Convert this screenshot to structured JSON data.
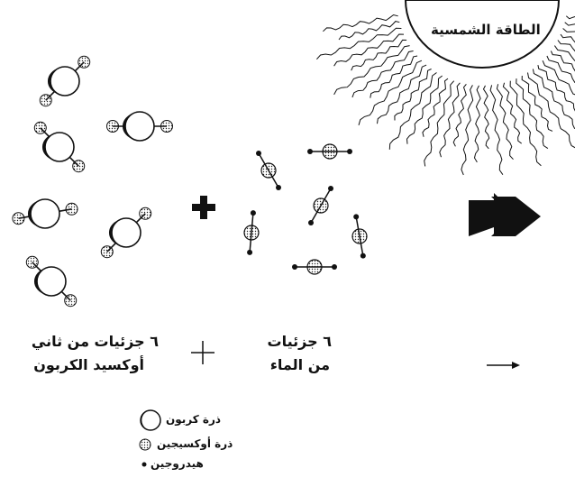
{
  "sun": {
    "label": "الطاقة الشمسية"
  },
  "reactants": {
    "co2_label_line1": "٦ جزئيات من ثاني",
    "co2_label_line2": "أوكسيد الكربون",
    "water_label_line1": "٦ جزئيات",
    "water_label_line2": "من الماء"
  },
  "legend": {
    "carbon": "ذرة كربون",
    "oxygen": "ذرة أوكسيجين",
    "hydrogen": "هيدروجين"
  }
}
